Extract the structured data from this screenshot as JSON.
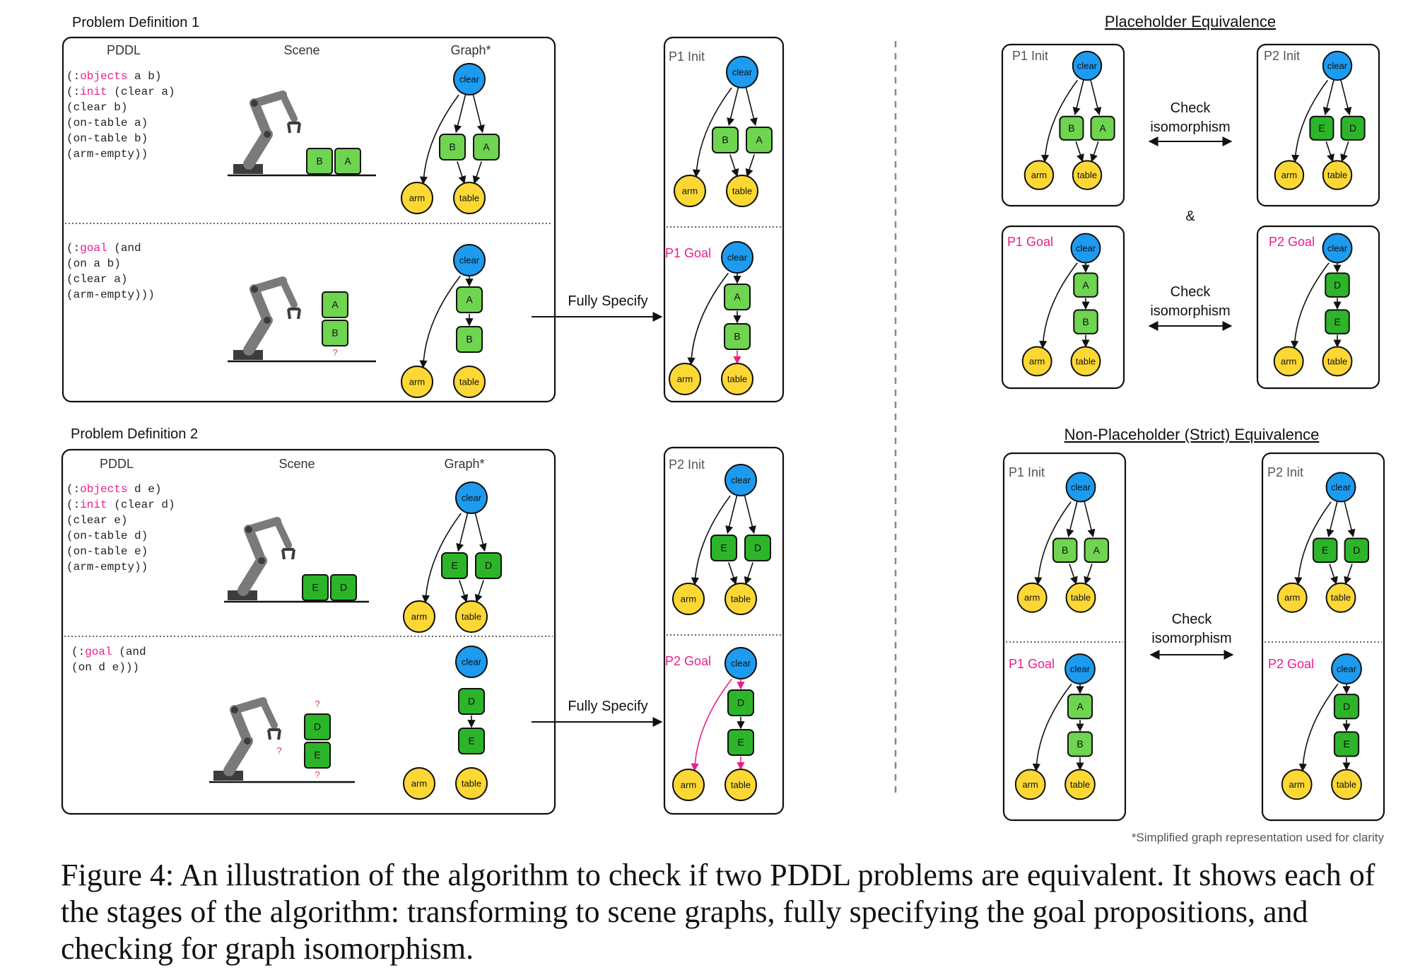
{
  "pd1": {
    "title": "Problem Definition 1",
    "col_pddl": "PDDL",
    "col_scene": "Scene",
    "col_graph": "Graph*",
    "init_lines": [
      {
        "pre": "(:",
        "kw": "objects",
        "post": " a b)"
      },
      {
        "pre": "(:",
        "kw": "init",
        "post": " (clear a)"
      },
      {
        "pre": "",
        "kw": "",
        "post": "       (clear b)"
      },
      {
        "pre": "",
        "kw": "",
        "post": "       (on-table a)"
      },
      {
        "pre": "",
        "kw": "",
        "post": "       (on-table b)"
      },
      {
        "pre": "",
        "kw": "",
        "post": "       (arm-empty))"
      }
    ],
    "goal_lines": [
      {
        "pre": "(:",
        "kw": "goal",
        "post": " (and"
      },
      {
        "pre": "",
        "kw": "",
        "post": "        (on a b)"
      },
      {
        "pre": "",
        "kw": "",
        "post": "        (clear a)"
      },
      {
        "pre": "",
        "kw": "",
        "post": "        (arm-empty)))"
      }
    ],
    "scene_init_blocks": [
      "B",
      "A"
    ],
    "scene_goal_blocks": [
      "A",
      "B"
    ],
    "unknown_mark": "?"
  },
  "pd2": {
    "title": "Problem Definition 2",
    "col_pddl": "PDDL",
    "col_scene": "Scene",
    "col_graph": "Graph*",
    "init_lines": [
      {
        "pre": "(:",
        "kw": "objects",
        "post": " d e)"
      },
      {
        "pre": "(:",
        "kw": "init",
        "post": " (clear d)"
      },
      {
        "pre": "",
        "kw": "",
        "post": "       (clear e)"
      },
      {
        "pre": "",
        "kw": "",
        "post": "       (on-table d)"
      },
      {
        "pre": "",
        "kw": "",
        "post": "       (on-table e)"
      },
      {
        "pre": "",
        "kw": "",
        "post": "       (arm-empty))"
      }
    ],
    "goal_lines": [
      {
        "pre": "(:",
        "kw": "goal",
        "post": " (and"
      },
      {
        "pre": "",
        "kw": "",
        "post": "        (on d e)))"
      }
    ],
    "scene_init_blocks": [
      "E",
      "D"
    ],
    "scene_goal_blocks": [
      "D",
      "E"
    ],
    "unknown_mark": "?"
  },
  "fully_specify_label": "Fully Specify",
  "graph_labels": {
    "clear": "clear",
    "arm": "arm",
    "table": "table"
  },
  "panel_labels": {
    "p1_init": "P1 Init",
    "p1_goal": "P1 Goal",
    "p2_init": "P2 Init",
    "p2_goal": "P2 Goal"
  },
  "placeholder_title": "Placeholder Equivalence",
  "strict_title": "Non-Placeholder (Strict) Equivalence",
  "check_line1": "Check",
  "check_line2": "isomorphism",
  "ampersand": "&",
  "footnote": "*Simplified graph representation used for clarity",
  "caption": "Figure 4: An illustration of the algorithm to check if two PDDL problems are equivalent. It shows each of the stages of the algorithm: transforming to scene graphs, fully specifying the goal propositions, and checking for graph isomorphism.",
  "colors": {
    "clear": "#1d9bf0",
    "table": "#fdd835",
    "block_light": "#6fd44f",
    "block_dark": "#2db52a",
    "highlight": "#e91e8c",
    "robot": "#7a7a7a",
    "robot_dark": "#3c3c3c"
  }
}
